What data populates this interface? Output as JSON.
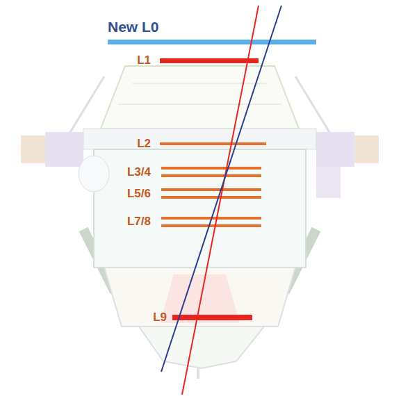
{
  "diagram": {
    "labels": [
      "New L0",
      "L1",
      "L2",
      "L3/4",
      "L5/6",
      "L7/8",
      "L9"
    ]
  }
}
